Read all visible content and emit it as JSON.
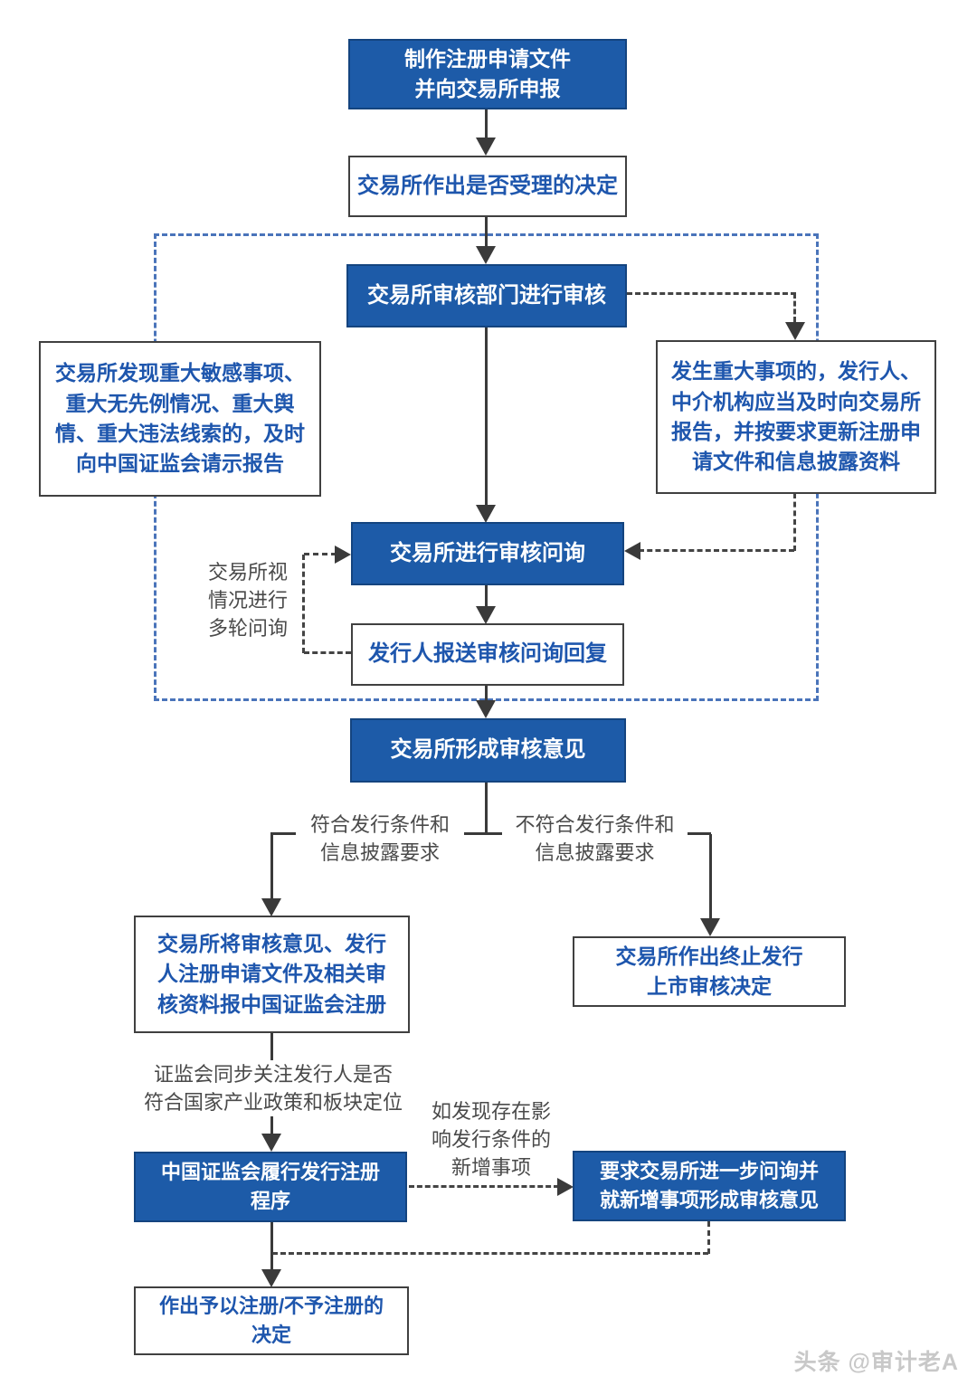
{
  "diagram": {
    "title_implied": "股票发行注册流程",
    "colors": {
      "box_blue": "#1d5ba8",
      "box_blue_border": "#14447f",
      "white_box_border": "#404040",
      "blue_text": "#1e56ad",
      "gray_text": "#4a4a4a",
      "connector": "#3a3a3a",
      "region_dashed_blue": "#4a74ba",
      "watermark_gray": "#c8c8c8"
    },
    "nodes": {
      "prepare_and_file": {
        "label": "制作注册申请文件\n并向交易所申报"
      },
      "acceptance_decision": {
        "label": "交易所作出是否受理的决定"
      },
      "review_department": {
        "label": "交易所审核部门进行审核"
      },
      "major_sensitive_matters": {
        "label": "交易所发现重大敏感事项、\n重大无先例情况、重大舆\n情、重大违法线索的，及时\n向中国证监会请示报告"
      },
      "major_events_update": {
        "label": "发生重大事项的，发行人、\n中介机构应当及时向交易所\n报告，并按要求更新注册申\n请文件和信息披露资料"
      },
      "review_inquiry": {
        "label": "交易所进行审核问询"
      },
      "issuer_inquiry_reply": {
        "label": "发行人报送审核问询回复"
      },
      "review_opinion": {
        "label": "交易所形成审核意见"
      },
      "submit_to_csrc": {
        "label": "交易所将审核意见、发行\n人注册申请文件及相关审\n核资料报中国证监会注册"
      },
      "terminate_review": {
        "label": "交易所作出终止发行\n上市审核决定"
      },
      "csrc_registration": {
        "label": "中国证监会履行发行注册\n程序"
      },
      "further_inquiry": {
        "label": "要求交易所进一步问询并\n就新增事项形成审核意见"
      },
      "registration_decision": {
        "label": "作出予以注册/不予注册的\n决定"
      }
    },
    "labels": {
      "multi_round_inquiry": "交易所视\n情况进行\n多轮问询",
      "meets_conditions": "符合发行条件和\n信息披露要求",
      "not_meets_conditions": "不符合发行条件和\n信息披露要求",
      "csrc_concern": "证监会同步关注发行人是否\n符合国家产业政策和板块定位",
      "new_matters": "如发现存在影\n响发行条件的\n新增事项"
    },
    "watermark": "头条 @审计老A"
  }
}
